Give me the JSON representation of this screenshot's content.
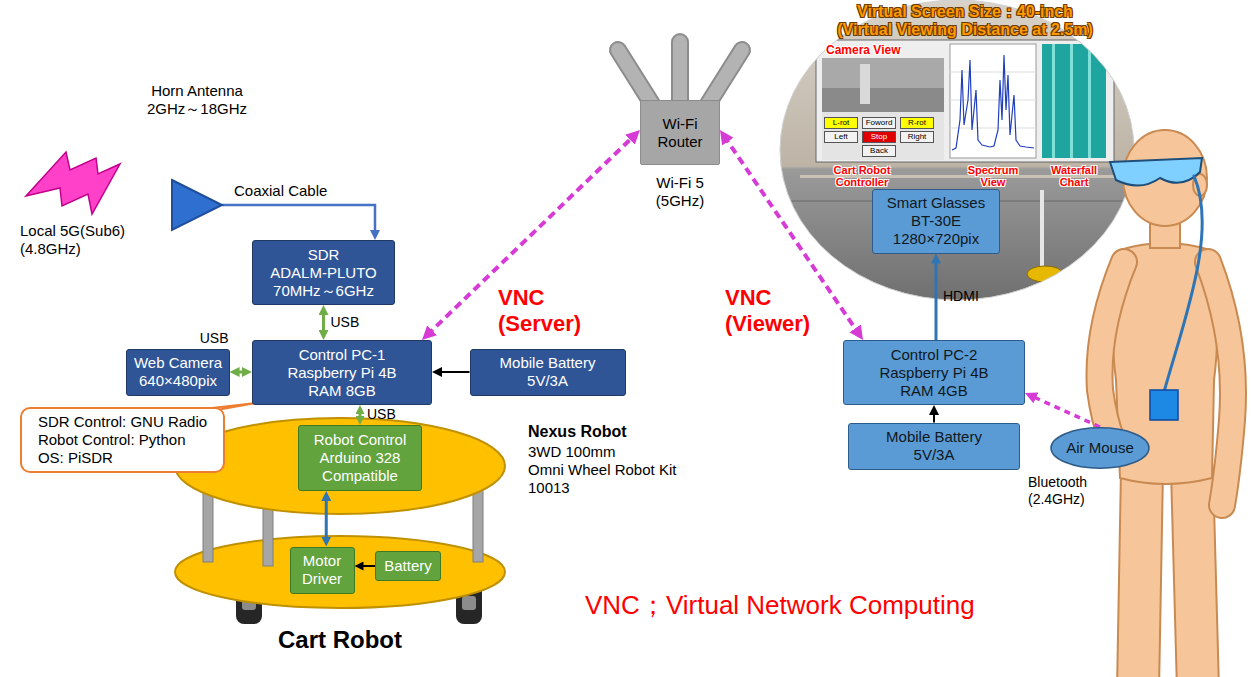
{
  "diagram": {
    "nodes": [
      {
        "text": [
          "Horn Antenna 2GHz～18GHz"
        ]
      },
      {
        "text": [
          "Wi-Fi Router",
          "Wi-Fi 5 (5GHz)"
        ]
      },
      {
        "text": [
          "SDR ADALM-PLUTO 70MHz～6GHz"
        ]
      },
      {
        "text": [
          "Smart Glasses BT-30E 1280×720pix"
        ]
      },
      {
        "text": [
          "Web Camera 640×480pix"
        ]
      },
      {
        "text": [
          "Control PC-1 Raspberry Pi 4B RAM 8GB"
        ]
      },
      {
        "text": [
          "Mobile Battery 5V/3A"
        ]
      },
      {
        "text": [
          "Control PC-2 Raspberry Pi 4B RAM 4GB"
        ]
      },
      {
        "text": [
          "SDR Control: GNU Radio Robot Control: Python OS: PiSDR"
        ]
      },
      {
        "text": [
          "Mobile Battery 5V/3A"
        ]
      },
      {
        "text": [
          "Air Mouse"
        ]
      },
      {
        "text": [
          "Robot Control Arduino 328 Compatible"
        ]
      },
      {
        "text": [
          "Motor Driver"
        ]
      },
      {
        "text": [
          "Battery"
        ]
      }
    ],
    "edges": [
      {
        "from": 0,
        "to": 2,
        "arrow": "to",
        "label": "Coaxial Cable"
      },
      {
        "from": 2,
        "to": 5,
        "arrow": "both",
        "label": "USB"
      },
      {
        "from": 4,
        "to": 5,
        "arrow": "both",
        "label": "USB"
      },
      {
        "from": 6,
        "to": 5,
        "arrow": "to"
      },
      {
        "from": 5,
        "to": 11,
        "arrow": "both",
        "label": "USB"
      },
      {
        "from": 11,
        "to": 12,
        "arrow": "both"
      },
      {
        "from": 13,
        "to": 12,
        "arrow": "to"
      },
      {
        "from": 5,
        "to": 1,
        "arrow": "both"
      },
      {
        "from": 1,
        "to": 7,
        "arrow": "both"
      },
      {
        "from": 7,
        "to": 3,
        "arrow": "to",
        "label": "HDMI"
      },
      {
        "from": 9,
        "to": 7,
        "arrow": "to"
      },
      {
        "from": 10,
        "to": 7,
        "arrow": "to",
        "label": "Bluetooth (2.4GHz)"
      }
    ],
    "labels": [
      "Local 5G(Sub6) (4.8GHz)",
      "VNC (Server)",
      "VNC (Viewer)",
      "Nexus Robot",
      "3WD 100mm Omni Wheel Robot Kit 10013",
      "Cart Robot",
      "VNC；Virtual Network Computing",
      "Virtual Screen Size：40-inch (Virtual Viewing Distance at 2.5m)",
      "Camera View",
      "L-rot",
      "Foword",
      "R-rot",
      "Left",
      "Stop",
      "Right",
      "Back",
      "Cart Robot Controller",
      "Spectrum View",
      "Waterfall Chart"
    ]
  }
}
